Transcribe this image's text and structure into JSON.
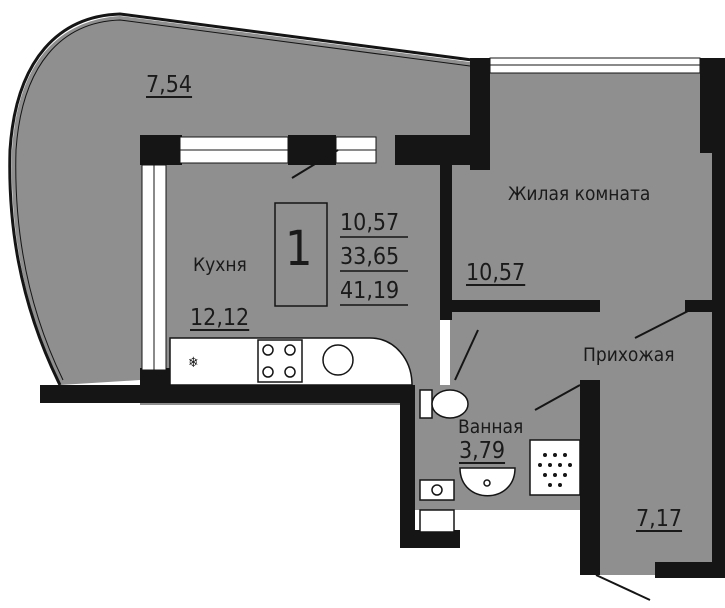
{
  "plan": {
    "rooms": [
      {
        "id": "balcony",
        "name": "",
        "area": "7,54"
      },
      {
        "id": "kitchen",
        "name": "Кухня",
        "area": "12,12"
      },
      {
        "id": "living",
        "name": "Жилая комната",
        "area": "10,57"
      },
      {
        "id": "hall",
        "name": "Прихожая",
        "area": "7,17"
      },
      {
        "id": "bath",
        "name": "Ванная",
        "area": "3,79"
      }
    ],
    "summary": {
      "rooms_count": "1",
      "living_area": "10,57",
      "total_area_no_balcony": "33,65",
      "total_area": "41,19"
    }
  },
  "colors": {
    "wall": "#151515",
    "floor": "#8f8f8f",
    "background": "#ffffff",
    "fixture": "#ffffff"
  }
}
